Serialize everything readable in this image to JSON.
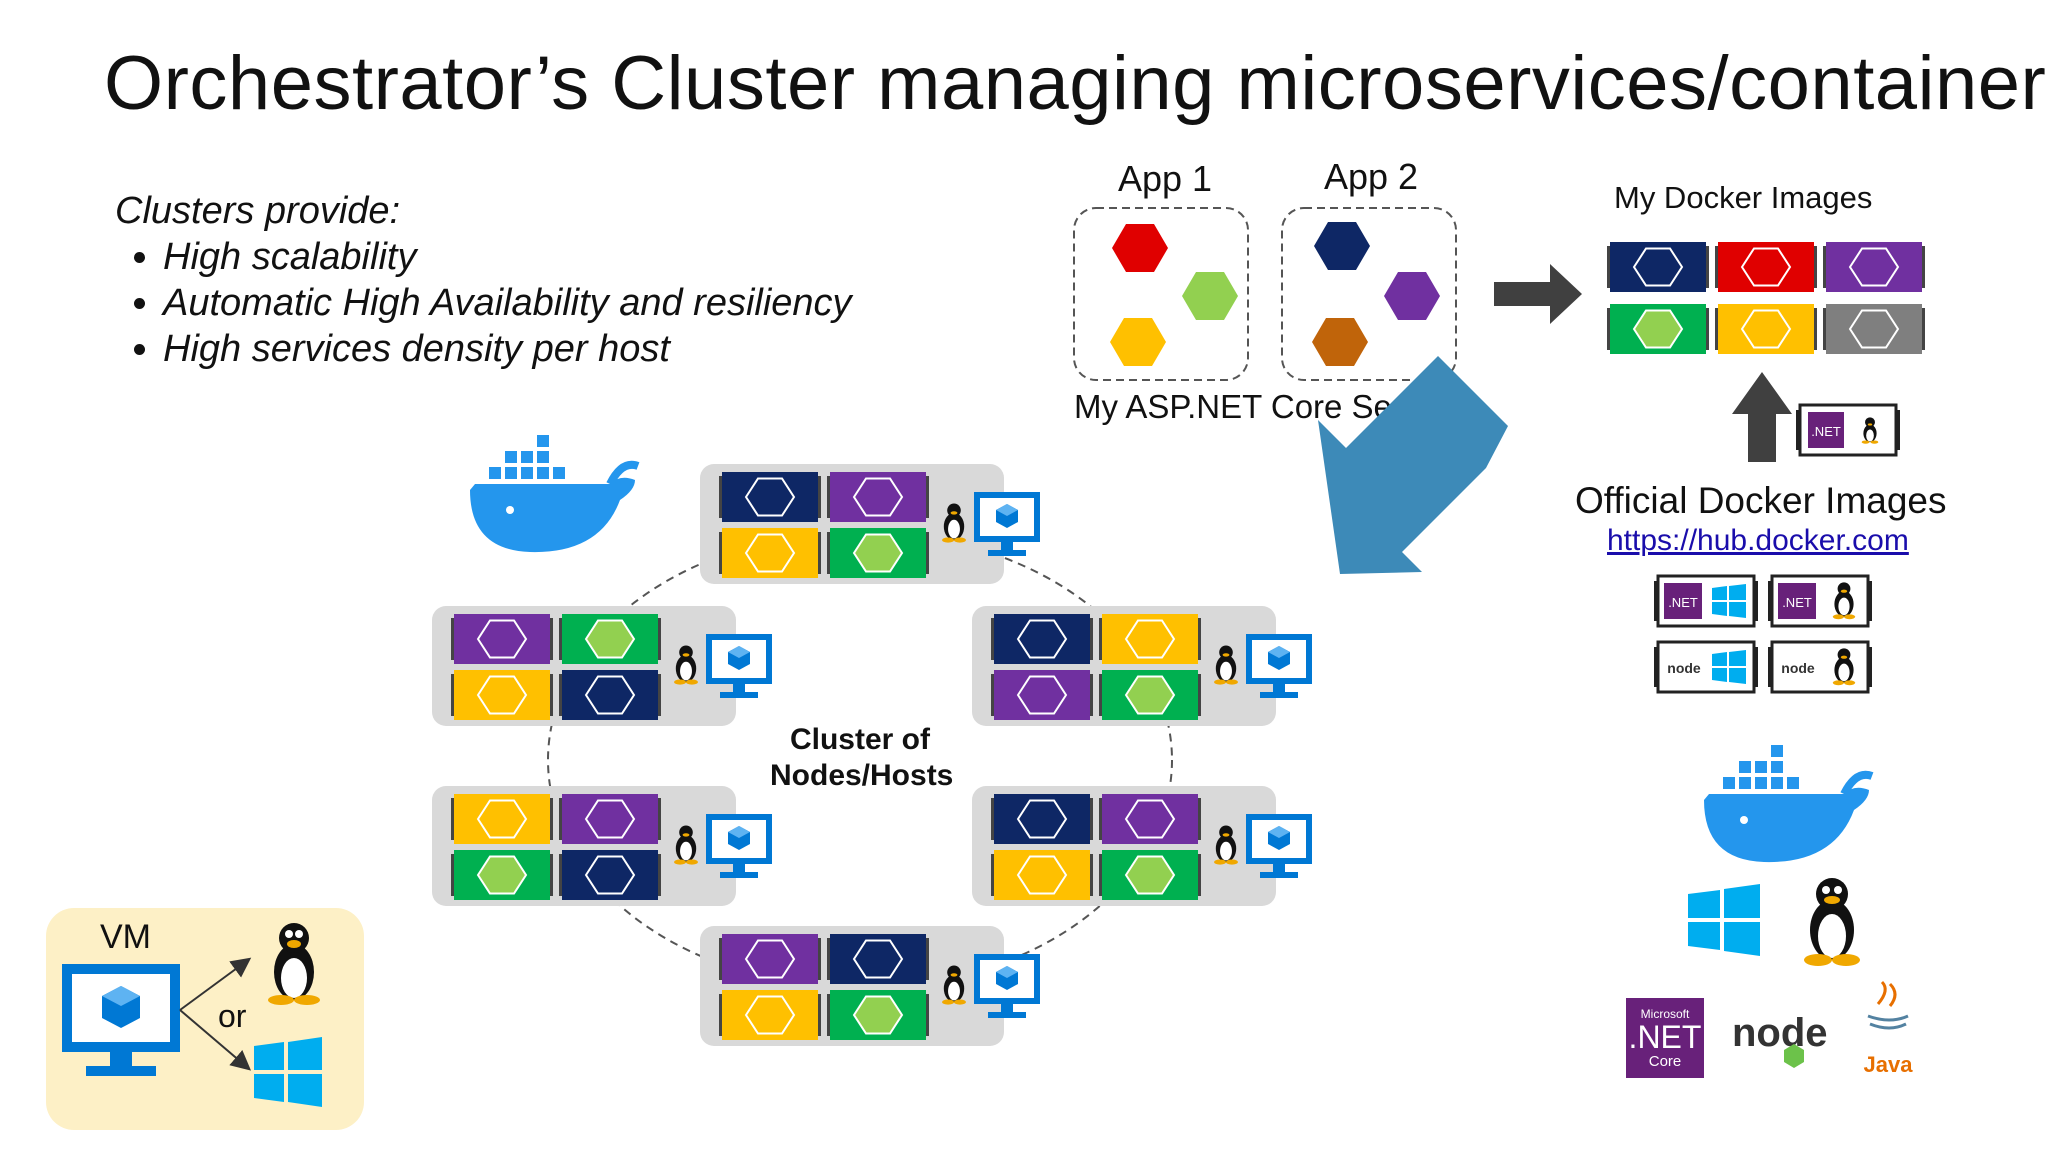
{
  "title": "Orchestrator’s Cluster managing microservices/containers",
  "clusters": {
    "heading": "Clusters provide:",
    "items": [
      "High scalability",
      "Automatic High Availability and resiliency",
      "High services density per host"
    ]
  },
  "apps": {
    "app1_label": "App 1",
    "app2_label": "App 2",
    "services_label": "My ASP.NET Core Services"
  },
  "images": {
    "my_images_label": "My Docker Images",
    "official_label": "Official Docker Images",
    "hub_link": "https://hub.docker.com"
  },
  "cluster": {
    "label_line1": "Cluster of",
    "label_line2": "Nodes/Hosts"
  },
  "vm": {
    "label": "VM",
    "or_label": "or"
  },
  "logos": {
    "net_badge": ".NET",
    "node_badge": "node",
    "ms_net_line1": "Microsoft",
    "ms_net_line2": ".NET",
    "ms_net_line3": "Core",
    "nodejs": "node",
    "java": "Java"
  },
  "colors": {
    "navy": "#0e2765",
    "purple": "#7030a0",
    "yellow": "#ffc000",
    "green": "#00b050",
    "red": "#e00000",
    "lightgreen": "#92d050",
    "brown": "#c0640a",
    "gray": "#7f7f7f",
    "docker_blue": "#2496ed",
    "monitor_blue": "#0078d4",
    "arrow_blue": "#3d8ab8",
    "arrow_gray": "#404040",
    "vm_bg": "#fdf0c6"
  }
}
